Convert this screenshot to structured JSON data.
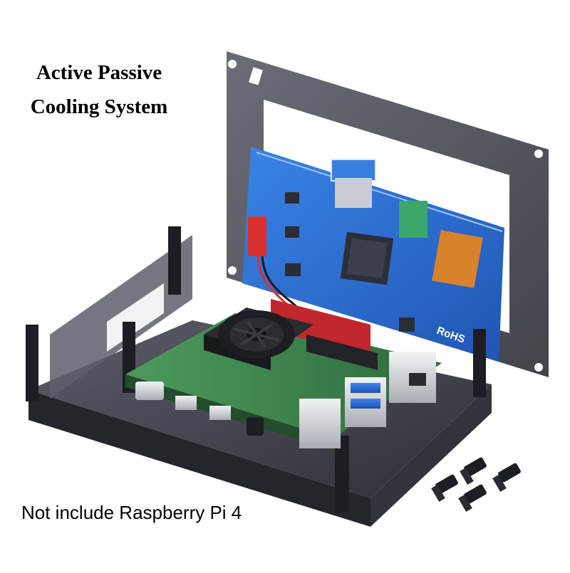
{
  "headline": {
    "line1": "Active Passive",
    "line2": "Cooling System"
  },
  "footnote": "Not include Raspberry Pi 4",
  "display_board": {
    "marking": "RoHS"
  },
  "screws": {
    "count": 4
  },
  "colors": {
    "acrylic_smoke": "#4a4b55",
    "pcb_blue": "#2f6fd6",
    "pi_green": "#3c7a4a",
    "heatsink_red": "#c0282e",
    "fan_black": "#1e1e22"
  }
}
